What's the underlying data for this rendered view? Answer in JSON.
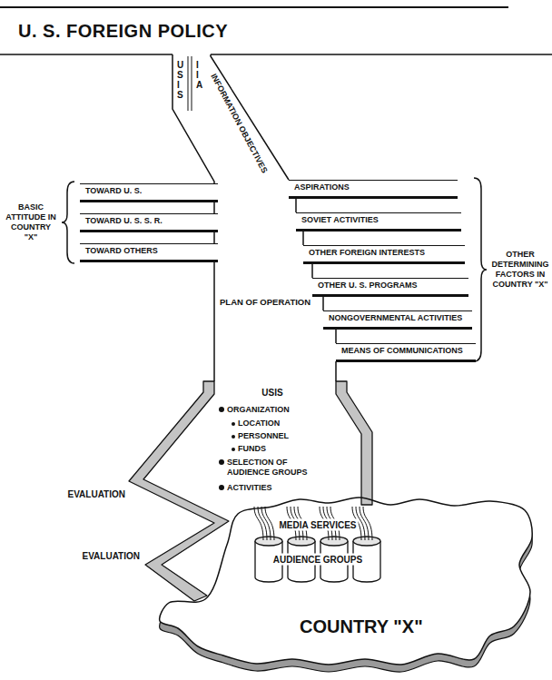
{
  "diagram": {
    "nodes": [
      {
        "text": [
          "U. S. FOREIGN POLICY"
        ]
      },
      {
        "text": [
          "TOWARD U. S."
        ]
      },
      {
        "text": [
          "TOWARD U. S. S. R."
        ]
      },
      {
        "text": [
          "TOWARD OTHERS"
        ]
      },
      {
        "text": [
          "ASPIRATIONS"
        ]
      },
      {
        "text": [
          "SOVIET ACTIVITIES"
        ]
      },
      {
        "text": [
          "OTHER FOREIGN INTERESTS"
        ]
      },
      {
        "text": [
          "OTHER U. S. PROGRAMS"
        ]
      },
      {
        "text": [
          "NONGOVERNMENTAL ACTIVITIES"
        ]
      },
      {
        "text": [
          "MEANS OF COMMUNICATIONS"
        ]
      },
      {
        "text": [
          "USIS",
          "ORGANIZATION",
          "LOCATION",
          "PERSONNEL",
          "FUNDS",
          "SELECTION OF AUDIENCE GROUPS",
          "ACTIVITIES"
        ]
      },
      {
        "text": [
          "COUNTRY \"X\""
        ]
      }
    ],
    "labels": [
      "USIS",
      "IIA",
      "INFORMATION OBJECTIVES",
      "BASIC ATTITUDE IN COUNTRY \"X\"",
      "PLAN OF OPERATION",
      "OTHER DETERMINING FACTORS IN COUNTRY \"X\"",
      "EVALUATION",
      "EVALUATION",
      "MEDIA SERVICES",
      "AUDIENCE GROUPS"
    ]
  }
}
